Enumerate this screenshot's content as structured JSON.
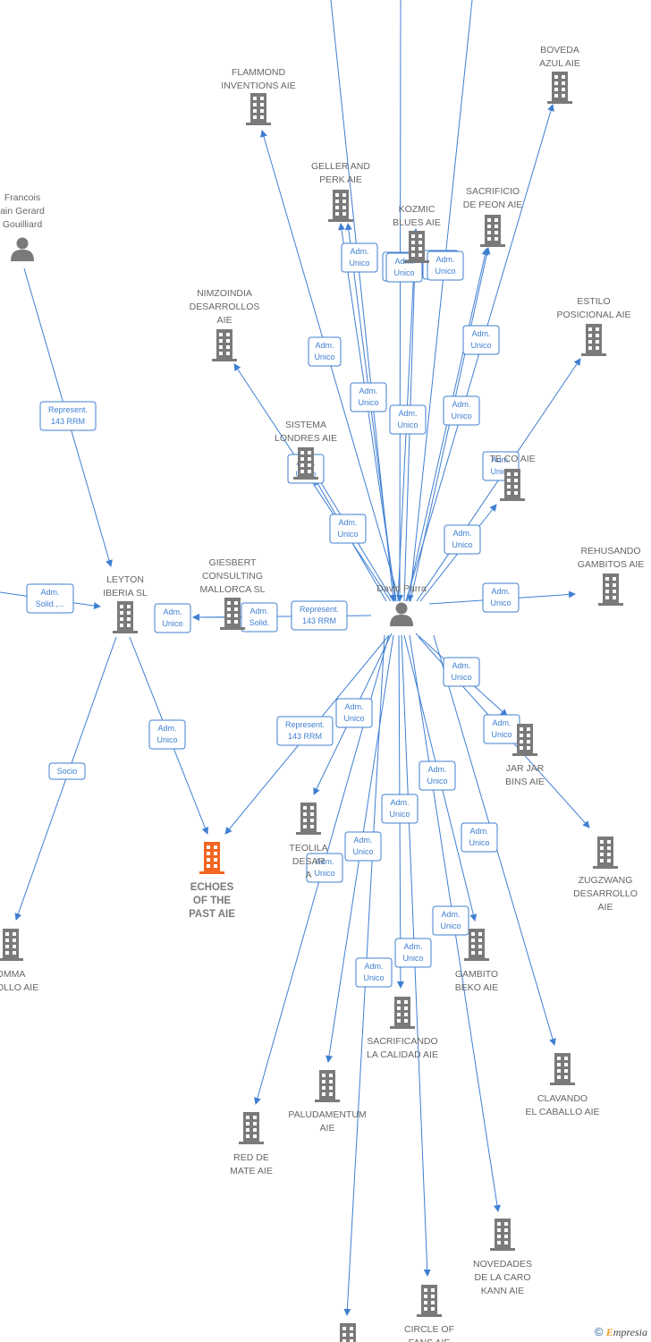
{
  "colors": {
    "edge": "#3f7fd2",
    "node": "#7a7a7a",
    "highlight": "#f26522",
    "text": "#666666"
  },
  "nodes": [
    {
      "id": "flammond",
      "type": "company",
      "label": [
        "FLAMMOND",
        "INVENTIONS  AIE"
      ]
    },
    {
      "id": "boveda",
      "type": "company",
      "label": [
        "BOVEDA",
        "AZUL  AIE"
      ]
    },
    {
      "id": "geller",
      "type": "company",
      "label": [
        "GELLER AND",
        "PERK  AIE"
      ]
    },
    {
      "id": "kozmic",
      "type": "company",
      "label": [
        "KOZMIC",
        "BLUES  AIE"
      ]
    },
    {
      "id": "sacrificio",
      "type": "company",
      "label": [
        "SACRIFICIO",
        "DE PEON  AIE"
      ]
    },
    {
      "id": "francois",
      "type": "person",
      "label": [
        "Francois",
        "ain Gerard",
        "Gouilliard"
      ]
    },
    {
      "id": "nimzoindia",
      "type": "company",
      "label": [
        "NIMZOINDIA",
        "DESARROLLOS",
        "AIE"
      ]
    },
    {
      "id": "estilo",
      "type": "company",
      "label": [
        "ESTILO",
        "POSICIONAL  AIE"
      ]
    },
    {
      "id": "sistema",
      "type": "company",
      "label": [
        "SISTEMA",
        "LONDRES  AIE"
      ]
    },
    {
      "id": "te",
      "type": "company",
      "label": [
        "TE          CO  AIE"
      ]
    },
    {
      "id": "leyton",
      "type": "company",
      "label": [
        "LEYTON",
        "IBERIA  SL"
      ]
    },
    {
      "id": "giesbert",
      "type": "company",
      "label": [
        "GIESBERT",
        "CONSULTING",
        "MALLORCA  SL"
      ]
    },
    {
      "id": "david",
      "type": "person",
      "label": [
        "David Parra"
      ]
    },
    {
      "id": "rehusando",
      "type": "company",
      "label": [
        "REHUSANDO",
        "GAMBITOS  AIE"
      ]
    },
    {
      "id": "jarjar",
      "type": "company",
      "label": [
        "JAR JAR",
        "BINS  AIE"
      ]
    },
    {
      "id": "teolila",
      "type": "company",
      "label": [
        "TEOLILA",
        "DESAR",
        "A"
      ]
    },
    {
      "id": "echoes",
      "type": "company",
      "highlight": true,
      "label": [
        "ECHOES",
        "OF THE",
        "PAST  AIE"
      ]
    },
    {
      "id": "zugzwang",
      "type": "company",
      "label": [
        "ZUGZWANG",
        "DESARROLLO",
        "AIE"
      ]
    },
    {
      "id": "omma",
      "type": "company",
      "label": [
        "OMMA",
        "RROLLO AIE"
      ]
    },
    {
      "id": "gambito",
      "type": "company",
      "label": [
        "GAMBITO",
        "BEKO  AIE"
      ]
    },
    {
      "id": "sacrificando",
      "type": "company",
      "label": [
        "SACRIFICANDO",
        "LA CALIDAD  AIE"
      ]
    },
    {
      "id": "clavando",
      "type": "company",
      "label": [
        "CLAVANDO",
        "EL CABALLO  AIE"
      ]
    },
    {
      "id": "paludamentum",
      "type": "company",
      "label": [
        "PALUDAMENTUM",
        "AIE"
      ]
    },
    {
      "id": "reddemate",
      "type": "company",
      "label": [
        "RED DE",
        "MATE  AIE"
      ]
    },
    {
      "id": "novedades",
      "type": "company",
      "label": [
        "NOVEDADES",
        "DE LA CARO",
        "KANN  AIE"
      ]
    },
    {
      "id": "circle",
      "type": "company",
      "label": [
        "CIRCLE OF",
        "FANS  AIE"
      ]
    },
    {
      "id": "bottom",
      "type": "company",
      "label": []
    }
  ],
  "edge_labels": [
    [
      "Adm.",
      "Unico"
    ],
    [
      "Adm.",
      "Unico"
    ],
    [
      "Adm.",
      "Unico"
    ],
    [
      "Adm.",
      "Unico"
    ],
    [
      "Adm.",
      "Unico"
    ],
    [
      "Adm.",
      "Unico"
    ],
    [
      "Adm.",
      "Unico"
    ],
    [
      "Adm.",
      "Unico"
    ],
    [
      "Adm.",
      "Unico"
    ],
    [
      "Adm.",
      "Unico"
    ],
    [
      "Adm.",
      "Unico"
    ],
    [
      "Adm.",
      "Unico"
    ],
    [
      "Adm.",
      "Unico"
    ],
    [
      "Adm.",
      "Unico"
    ],
    [
      "Adm.",
      "Unico"
    ],
    [
      "Adm.",
      "Unico"
    ],
    [
      "Adm.",
      "Unico"
    ],
    [
      "Adm.",
      "Unico"
    ],
    [
      "Adm.",
      "Unico"
    ],
    [
      "Adm.",
      "Unico"
    ],
    [
      "Adm.",
      "Unico"
    ],
    [
      "Adm.",
      "Unico"
    ],
    [
      "Adm.",
      "Unico"
    ],
    [
      "Adm.",
      "Unico"
    ],
    [
      "Adm.",
      "Unico"
    ],
    [
      "Represent.",
      "143 RRM"
    ],
    [
      "Adm.",
      "Solid."
    ],
    [
      "Represent.",
      "143 RRM"
    ],
    [
      "Represent.",
      "143 RRM"
    ],
    [
      "Adm.",
      "Solid.,..."
    ],
    [
      "Socio"
    ]
  ],
  "footer": {
    "copyright": "©",
    "brand_initial": "E",
    "brand_rest": "mpresia"
  }
}
